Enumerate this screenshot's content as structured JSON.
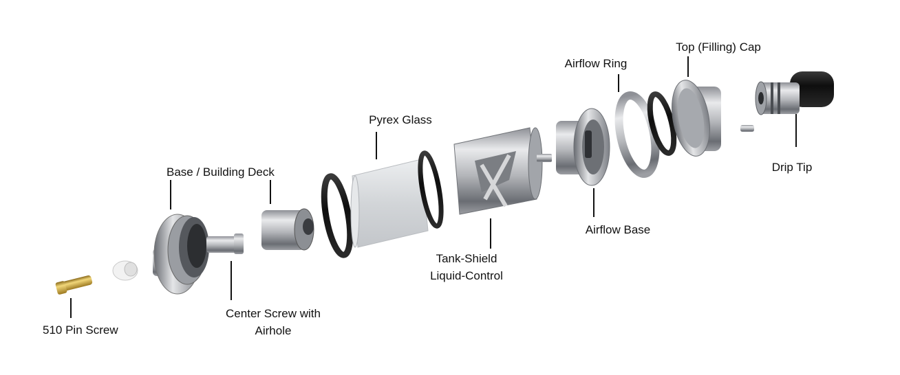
{
  "labels": {
    "pin_screw": "510 Pin Screw",
    "base_deck": "Base / Building Deck",
    "center_screw_line1": "Center Screw with",
    "center_screw_line2": "Airhole",
    "pyrex_glass": "Pyrex Glass",
    "tank_shield_line1": "Tank-Shield",
    "tank_shield_line2": "Liquid-Control",
    "airflow_ring": "Airflow Ring",
    "airflow_base": "Airflow Base",
    "top_cap": "Top (Filling) Cap",
    "drip_tip": "Drip Tip"
  },
  "colors": {
    "background": "#ffffff",
    "text": "#111111",
    "steel_light": "#e8e8ea",
    "steel_mid": "#a9abb0",
    "steel_dark": "#5d6066",
    "gold": "#c9a43a",
    "oring": "#151515",
    "glass": "#d6d9dc"
  }
}
